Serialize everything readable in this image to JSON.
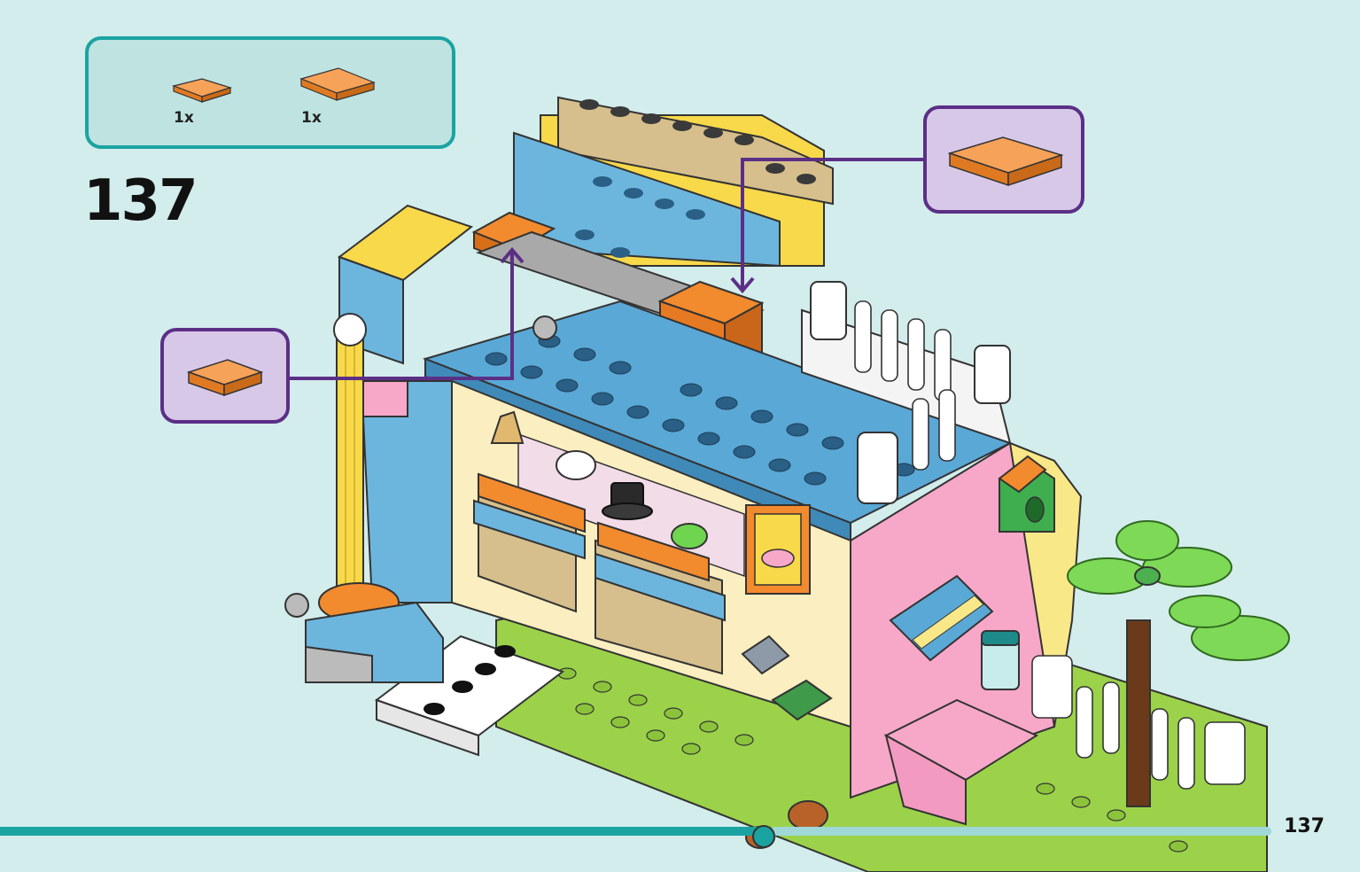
{
  "step": {
    "number": "137"
  },
  "parts": [
    {
      "qty": "1x",
      "icon": "small-orange-curved-tile-icon",
      "color": "#f28a2e"
    },
    {
      "qty": "1x",
      "icon": "large-orange-curved-tile-icon",
      "color": "#f28a2e"
    }
  ],
  "callouts": [
    {
      "icon": "orange-curved-tile-icon"
    },
    {
      "icon": "orange-curved-tile-icon"
    }
  ],
  "page": {
    "number": "137"
  },
  "colors": {
    "background": "#d3ecec",
    "teal_accent": "#1aa3a1",
    "callout_border": "#5b2f86",
    "callout_fill": "#d8c8e8",
    "brick_orange": "#f28a2e",
    "brick_blue": "#5aa8d6"
  }
}
